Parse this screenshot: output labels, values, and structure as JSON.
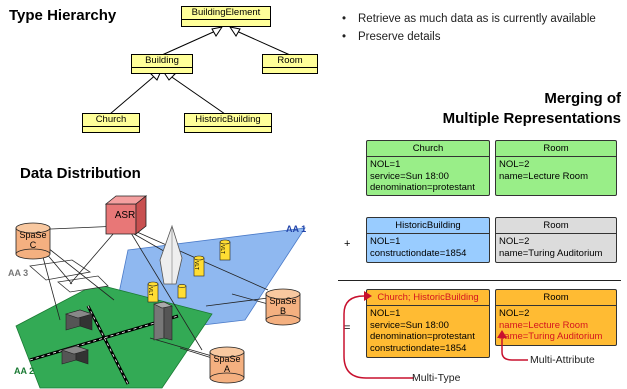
{
  "type_hierarchy": {
    "title": "Type Hierarchy",
    "nodes": {
      "building_element": "BuildingElement",
      "building": "Building",
      "room": "Room",
      "church": "Church",
      "historic_building": "HistoricBuilding"
    }
  },
  "bullets": [
    "Retrieve as much data as is currently available",
    "Preserve details"
  ],
  "merging": {
    "title_line1": "Merging of",
    "title_line2": "Multiple Representations",
    "plus": "+",
    "equals": "=",
    "row1": {
      "left": {
        "header": "Church",
        "lines": [
          "NOL=1",
          "service=Sun 18:00",
          "denomination=protestant"
        ]
      },
      "right": {
        "header": "Room",
        "lines": [
          "NOL=2",
          "name=Lecture Room"
        ]
      }
    },
    "row2": {
      "left": {
        "header": "HistoricBuilding",
        "lines": [
          "NOL=1",
          "constructiondate=1854"
        ]
      },
      "right": {
        "header": "Room",
        "lines": [
          "NOL=2",
          "name=Turing Auditorium"
        ]
      }
    },
    "row3": {
      "left": {
        "header": "Church; HistoricBuilding",
        "lines": [
          "NOL=1",
          "service=Sun 18:00",
          "denomination=protestant",
          "constructiondate=1854"
        ]
      },
      "right": {
        "header": "Room",
        "lines": [
          "NOL=2",
          "name=Lecture Room",
          "name=Turing Auditorium"
        ]
      }
    },
    "annotations": {
      "multi_attribute": "Multi-Attribute",
      "multi_type": "Multi-Type"
    }
  },
  "distribution": {
    "title": "Data Distribution",
    "asr": "ASR",
    "spase_c": [
      "SpaSe",
      "C"
    ],
    "spase_b": [
      "SpaSe",
      "B"
    ],
    "spase_a": [
      "SpaSe",
      "A"
    ],
    "aa1": "AA 1",
    "aa2": "AA 2",
    "aa3": "AA 3",
    "vlt": "VLT"
  },
  "colors": {
    "green": "#99ee88",
    "blue": "#99ccff",
    "gray": "#dcdcdc",
    "orange": "#ffbb33",
    "red": "#d4141f",
    "uml_yellow": "#ffff99",
    "aa1_blue": "#8fb8f0",
    "aa2_green": "#33aa55"
  }
}
